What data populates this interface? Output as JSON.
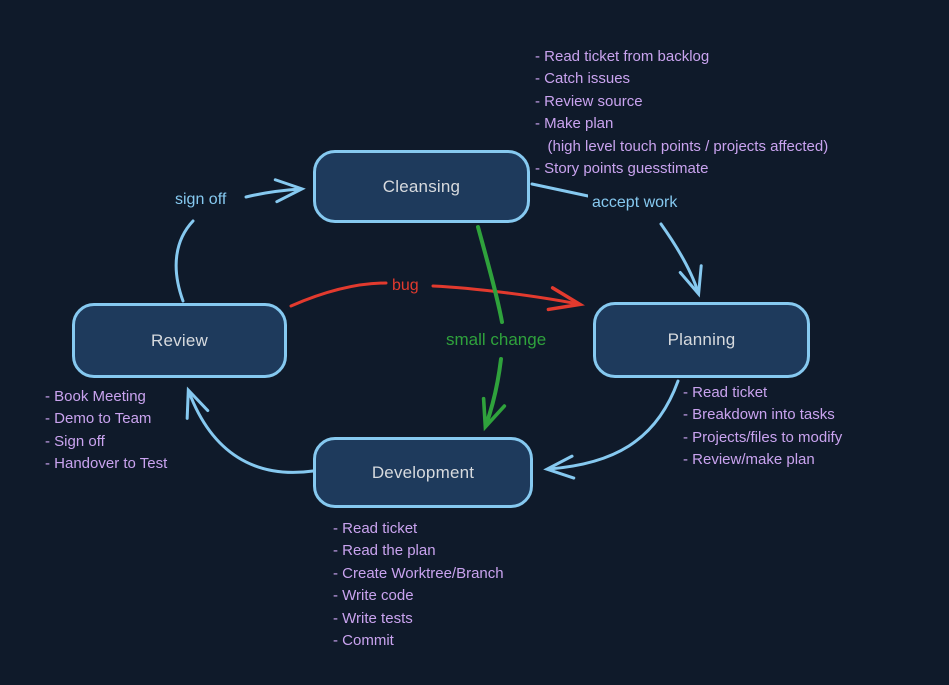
{
  "diagram": {
    "nodes": {
      "cleansing": {
        "label": "Cleansing"
      },
      "planning": {
        "label": "Planning"
      },
      "development": {
        "label": "Development"
      },
      "review": {
        "label": "Review"
      }
    },
    "edges": {
      "sign_off": {
        "label": "sign off",
        "color": "#86c9f0",
        "from": "Review",
        "to": "Cleansing"
      },
      "accept_work": {
        "label": "accept work",
        "color": "#86c9f0",
        "from": "Cleansing",
        "to": "Planning"
      },
      "bug": {
        "label": "bug",
        "color": "#e23a2e",
        "from": "Review",
        "to": "Planning"
      },
      "small_change": {
        "label": "small change",
        "color": "#2fa23c",
        "from": "Cleansing",
        "to": "Development"
      },
      "plan_to_dev": {
        "label": "",
        "color": "#86c9f0",
        "from": "Planning",
        "to": "Development"
      },
      "dev_to_review": {
        "label": "",
        "color": "#86c9f0",
        "from": "Development",
        "to": "Review"
      }
    },
    "notes": {
      "cleansing": [
        "- Read ticket from backlog",
        "- Catch issues",
        "- Review source",
        "- Make plan",
        "   (high level touch points / projects affected)",
        "- Story points guesstimate"
      ],
      "planning": [
        "- Read ticket",
        "- Breakdown into tasks",
        "- Projects/files to modify",
        "- Review/make plan"
      ],
      "development": [
        "- Read ticket",
        "- Read the plan",
        "- Create Worktree/Branch",
        "- Write code",
        "- Write tests",
        "- Commit"
      ],
      "review": [
        "- Book Meeting",
        "- Demo to Team",
        "- Sign off",
        "- Handover to Test"
      ]
    },
    "colors": {
      "background": "#0f1a2a",
      "node_fill": "#1e3a5c",
      "node_border": "#86c9f0",
      "node_text": "#d7dade",
      "note_text": "#c9a3ef",
      "flow_arrow": "#86c9f0",
      "bug_arrow": "#e23a2e",
      "small_change_arrow": "#2fa23c"
    }
  }
}
